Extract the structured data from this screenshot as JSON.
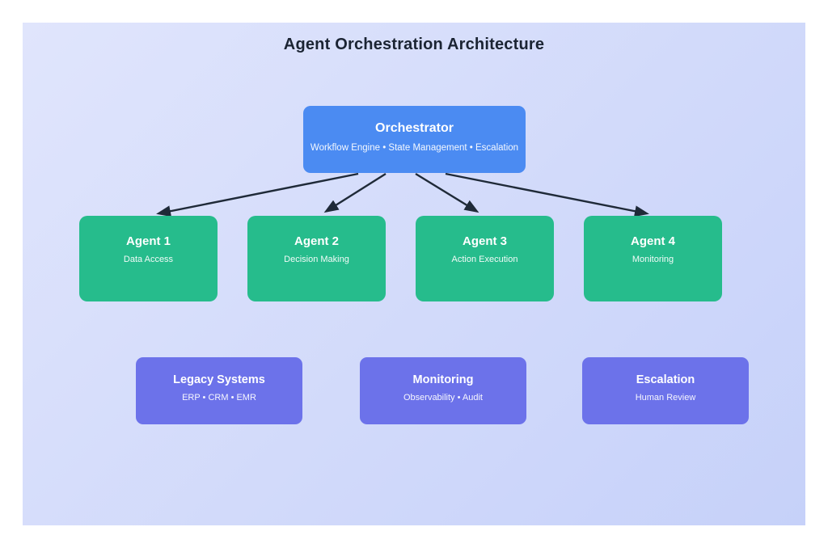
{
  "title": "Agent Orchestration Architecture",
  "orchestrator": {
    "title": "Orchestrator",
    "subtitle": "Workflow Engine • State Management • Escalation"
  },
  "agents": [
    {
      "title": "Agent 1",
      "subtitle": "Data Access"
    },
    {
      "title": "Agent 2",
      "subtitle": "Decision Making"
    },
    {
      "title": "Agent 3",
      "subtitle": "Action Execution"
    },
    {
      "title": "Agent 4",
      "subtitle": "Monitoring"
    }
  ],
  "systems": [
    {
      "title": "Legacy Systems",
      "subtitle": "ERP • CRM • EMR"
    },
    {
      "title": "Monitoring",
      "subtitle": "Observability • Audit"
    },
    {
      "title": "Escalation",
      "subtitle": "Human Review"
    }
  ],
  "colors": {
    "orchestrator": "#4b8bf2",
    "agent": "#26bc8c",
    "system": "#6c72ea",
    "arrow": "#1f2a38",
    "title_text": "#1b2433",
    "canvas_top": "#e0e5fc",
    "canvas_bottom": "#c6d1f9"
  }
}
